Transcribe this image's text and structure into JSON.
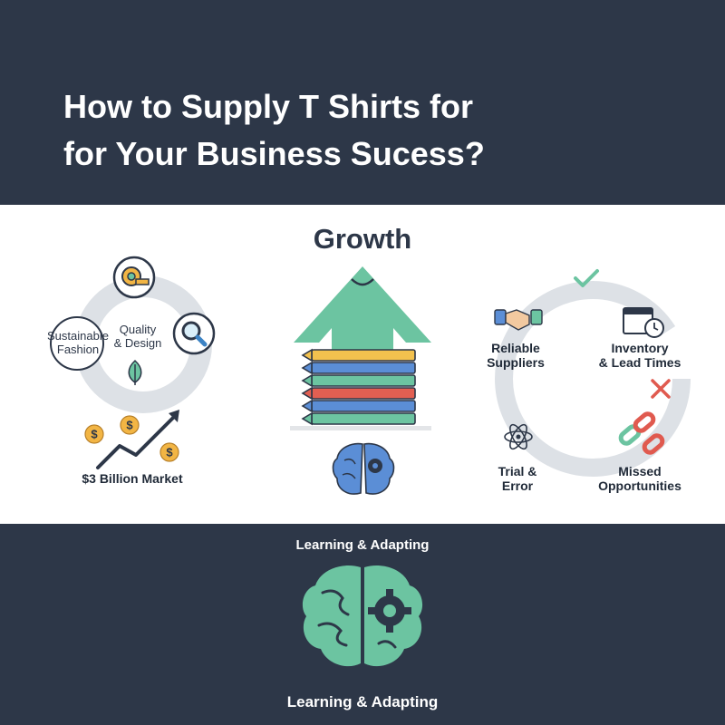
{
  "header": {
    "title_line1": "How to Supply T Shirts for",
    "title_line2": "for Your Business Sucess?"
  },
  "infographic": {
    "center_title": "Growth",
    "left_cycle": {
      "outer_label_line1": "Sustainable",
      "outer_label_line2": "Fashion",
      "center_label_line1": "Quality",
      "center_label_line2": "& Design",
      "icons": [
        "measuring-tape-icon",
        "magnifier-icon",
        "leaf-icon"
      ]
    },
    "market_label": "$3 Billion Market",
    "right_cycle": {
      "suppliers_line1": "Reliable",
      "suppliers_line2": "Suppliers",
      "inventory_line1": "Inventory",
      "inventory_line2": "& Lead Times",
      "trial_line1": "Trial &",
      "trial_line2": "Error",
      "missed_line1": "Missed",
      "missed_line2": "Opportunities",
      "icons": [
        "check-icon",
        "handshake-icon",
        "calendar-clock-icon",
        "cross-icon",
        "atom-icon",
        "broken-chain-icon"
      ]
    }
  },
  "footer": {
    "label_top": "Learning & Adapting",
    "label_bottom": "Learning & Adapting"
  },
  "colors": {
    "dark_navy": "#2d3748",
    "teal_green": "#6cc4a1",
    "brain_blue": "#5b8ed6",
    "gold": "#f2b544",
    "red_cross": "#e05a4f"
  }
}
